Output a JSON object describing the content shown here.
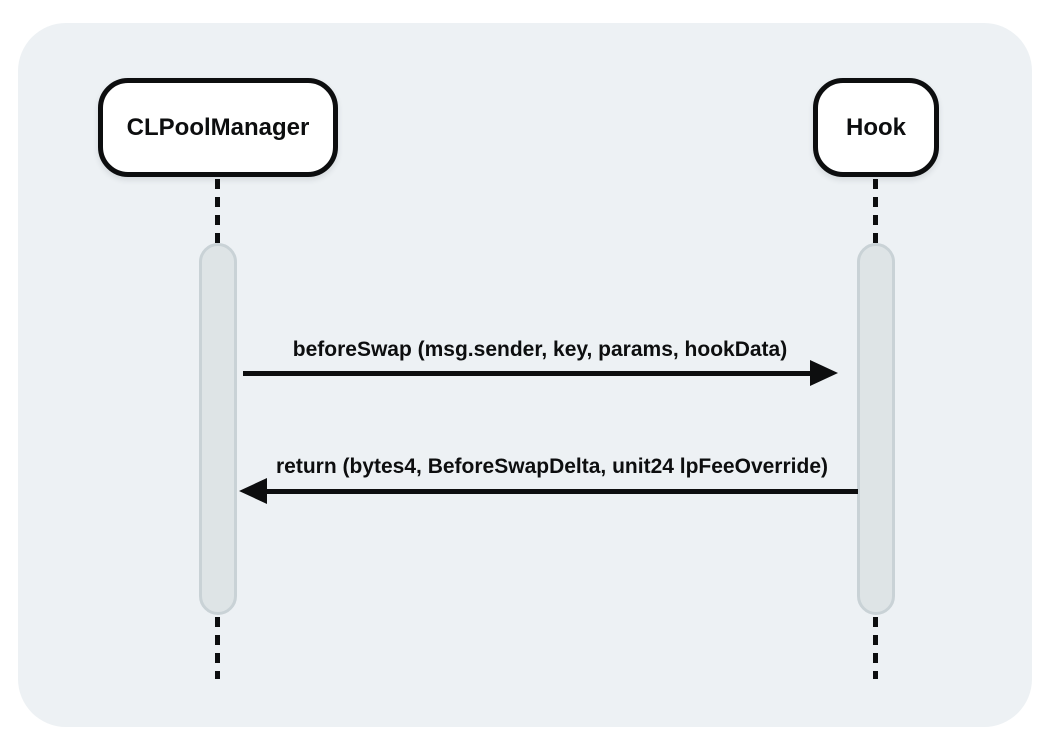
{
  "diagram": {
    "type": "sequence-diagram",
    "participants": [
      {
        "id": "clpoolmanager",
        "label": "CLPoolManager"
      },
      {
        "id": "hook",
        "label": "Hook"
      }
    ],
    "messages": [
      {
        "label": "beforeSwap (msg.sender, key, params, hookData)",
        "from": "clpoolmanager",
        "to": "hook",
        "direction": "right",
        "style": "solid"
      },
      {
        "label": "return (bytes4, BeforeSwapDelta, unit24 lpFeeOverride)",
        "from": "hook",
        "to": "clpoolmanager",
        "direction": "left",
        "style": "solid"
      }
    ],
    "colors": {
      "panel_bg": "#edf1f4",
      "box_bg": "#ffffff",
      "stroke": "#0d0e0f",
      "activation_fill": "#dee4e6",
      "activation_border": "#c9d2d6"
    }
  }
}
